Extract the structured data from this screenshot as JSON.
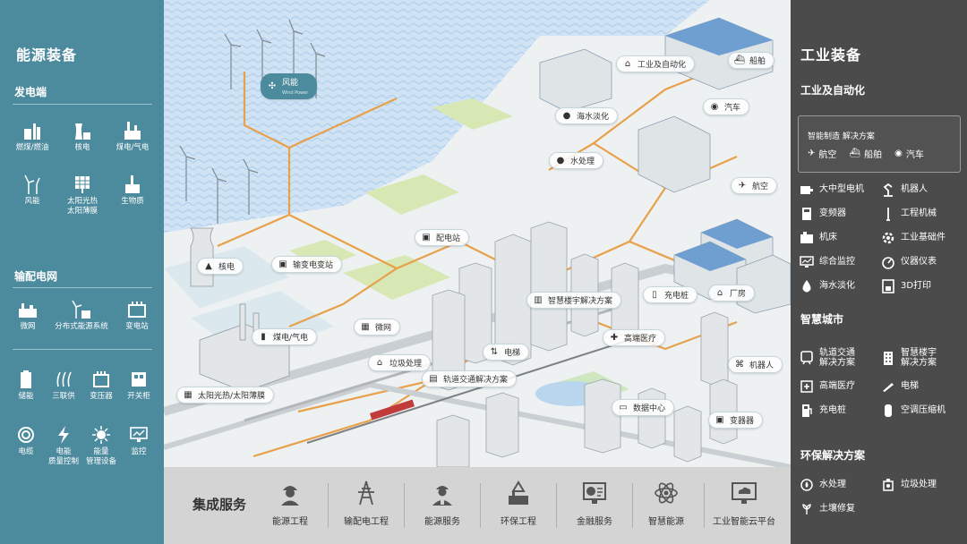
{
  "left": {
    "title": "能源装备",
    "generation": {
      "title": "发电端",
      "items": [
        {
          "label": "燃煤/燃油",
          "icon": "coal-oil-plant-icon"
        },
        {
          "label": "核电",
          "icon": "nuclear-plant-icon"
        },
        {
          "label": "煤电/气电",
          "icon": "coal-gas-plant-icon"
        },
        {
          "label": "风能",
          "icon": "wind-turbine-icon"
        },
        {
          "label": "太阳光热\n太阳薄膜",
          "icon": "solar-panel-icon"
        },
        {
          "label": "生物质",
          "icon": "biomass-icon"
        }
      ]
    },
    "grid": {
      "title": "输配电网",
      "items": [
        {
          "label": "微网",
          "icon": "microgrid-icon"
        },
        {
          "label": "分布式能源系统",
          "icon": "distributed-energy-icon"
        },
        {
          "label": "变电站",
          "icon": "substation-icon"
        }
      ],
      "items2": [
        {
          "label": "储能",
          "icon": "battery-icon"
        },
        {
          "label": "三联供",
          "icon": "triple-supply-icon"
        },
        {
          "label": "变压器",
          "icon": "transformer-icon"
        },
        {
          "label": "开关柜",
          "icon": "switchgear-icon"
        },
        {
          "label": "电缆",
          "icon": "cable-icon"
        },
        {
          "label": "电能\n质量控制",
          "icon": "power-quality-icon"
        },
        {
          "label": "能量\n管理设备",
          "icon": "energy-management-icon"
        },
        {
          "label": "监控",
          "icon": "monitor-icon"
        }
      ]
    }
  },
  "map": {
    "tags": {
      "wind": "风能",
      "wind_sub": "Wind Power",
      "industry": "工业及自动化",
      "ship": "船舶",
      "desal": "海水淡化",
      "car": "汽车",
      "water": "水处理",
      "aviation": "航空",
      "distribution": "配电站",
      "nuclear": "核电",
      "substation": "输变电变站",
      "coalgas": "煤电/气电",
      "microgrid": "微网",
      "waste": "垃圾处理",
      "building": "智慧楼宇解决方案",
      "charging": "充电桩",
      "factory": "厂房",
      "medical": "高端医疗",
      "elevator": "电梯",
      "rail": "轨道交通解决方案",
      "robot": "机器人",
      "datacenter": "数据中心",
      "solar": "太阳光热/太阳薄膜",
      "transformer": "变器器"
    }
  },
  "bottom": {
    "title": "集成服务",
    "items": [
      {
        "label": "能源工程",
        "icon": "engineer-icon"
      },
      {
        "label": "输配电工程",
        "icon": "power-tower-icon"
      },
      {
        "label": "能源服务",
        "icon": "worker-icon"
      },
      {
        "label": "环保工程",
        "icon": "recycle-icon"
      },
      {
        "label": "金融服务",
        "icon": "finance-chart-icon"
      },
      {
        "label": "智慧能源",
        "icon": "atom-icon"
      },
      {
        "label": "工业智能云平台",
        "icon": "cloud-platform-icon"
      }
    ]
  },
  "right": {
    "title": "工业装备",
    "industry": {
      "title": "工业及自动化",
      "smart_title": "智能制造 解决方案",
      "smart_items": [
        {
          "label": "航空",
          "icon": "airplane-icon"
        },
        {
          "label": "船舶",
          "icon": "ship-icon"
        },
        {
          "label": "汽车",
          "icon": "car-icon"
        }
      ],
      "items": [
        {
          "label": "大中型电机",
          "icon": "motor-icon"
        },
        {
          "label": "机器人",
          "icon": "robot-arm-icon"
        },
        {
          "label": "变频器",
          "icon": "inverter-icon"
        },
        {
          "label": "工程机械",
          "icon": "crane-icon"
        },
        {
          "label": "机床",
          "icon": "machine-tool-icon"
        },
        {
          "label": "工业基础件",
          "icon": "gear-icon"
        },
        {
          "label": "综合监控",
          "icon": "monitor-icon"
        },
        {
          "label": "仪器仪表",
          "icon": "gauge-icon"
        },
        {
          "label": "海水淡化",
          "icon": "desalination-icon"
        },
        {
          "label": "3D打印",
          "icon": "printer-3d-icon"
        }
      ]
    },
    "city": {
      "title": "智慧城市",
      "items": [
        {
          "label": "轨道交通\n解决方案",
          "icon": "train-icon"
        },
        {
          "label": "智慧楼宇\n解决方案",
          "icon": "building-icon"
        },
        {
          "label": "高端医疗",
          "icon": "medical-icon"
        },
        {
          "label": "电梯",
          "icon": "elevator-icon"
        },
        {
          "label": "充电桩",
          "icon": "charger-icon"
        },
        {
          "label": "空调压缩机",
          "icon": "compressor-icon"
        }
      ]
    },
    "env": {
      "title": "环保解决方案",
      "items": [
        {
          "label": "水处理",
          "icon": "water-drop-icon"
        },
        {
          "label": "垃圾处理",
          "icon": "trash-icon"
        },
        {
          "label": "土壤修复",
          "icon": "soil-icon"
        }
      ]
    }
  }
}
